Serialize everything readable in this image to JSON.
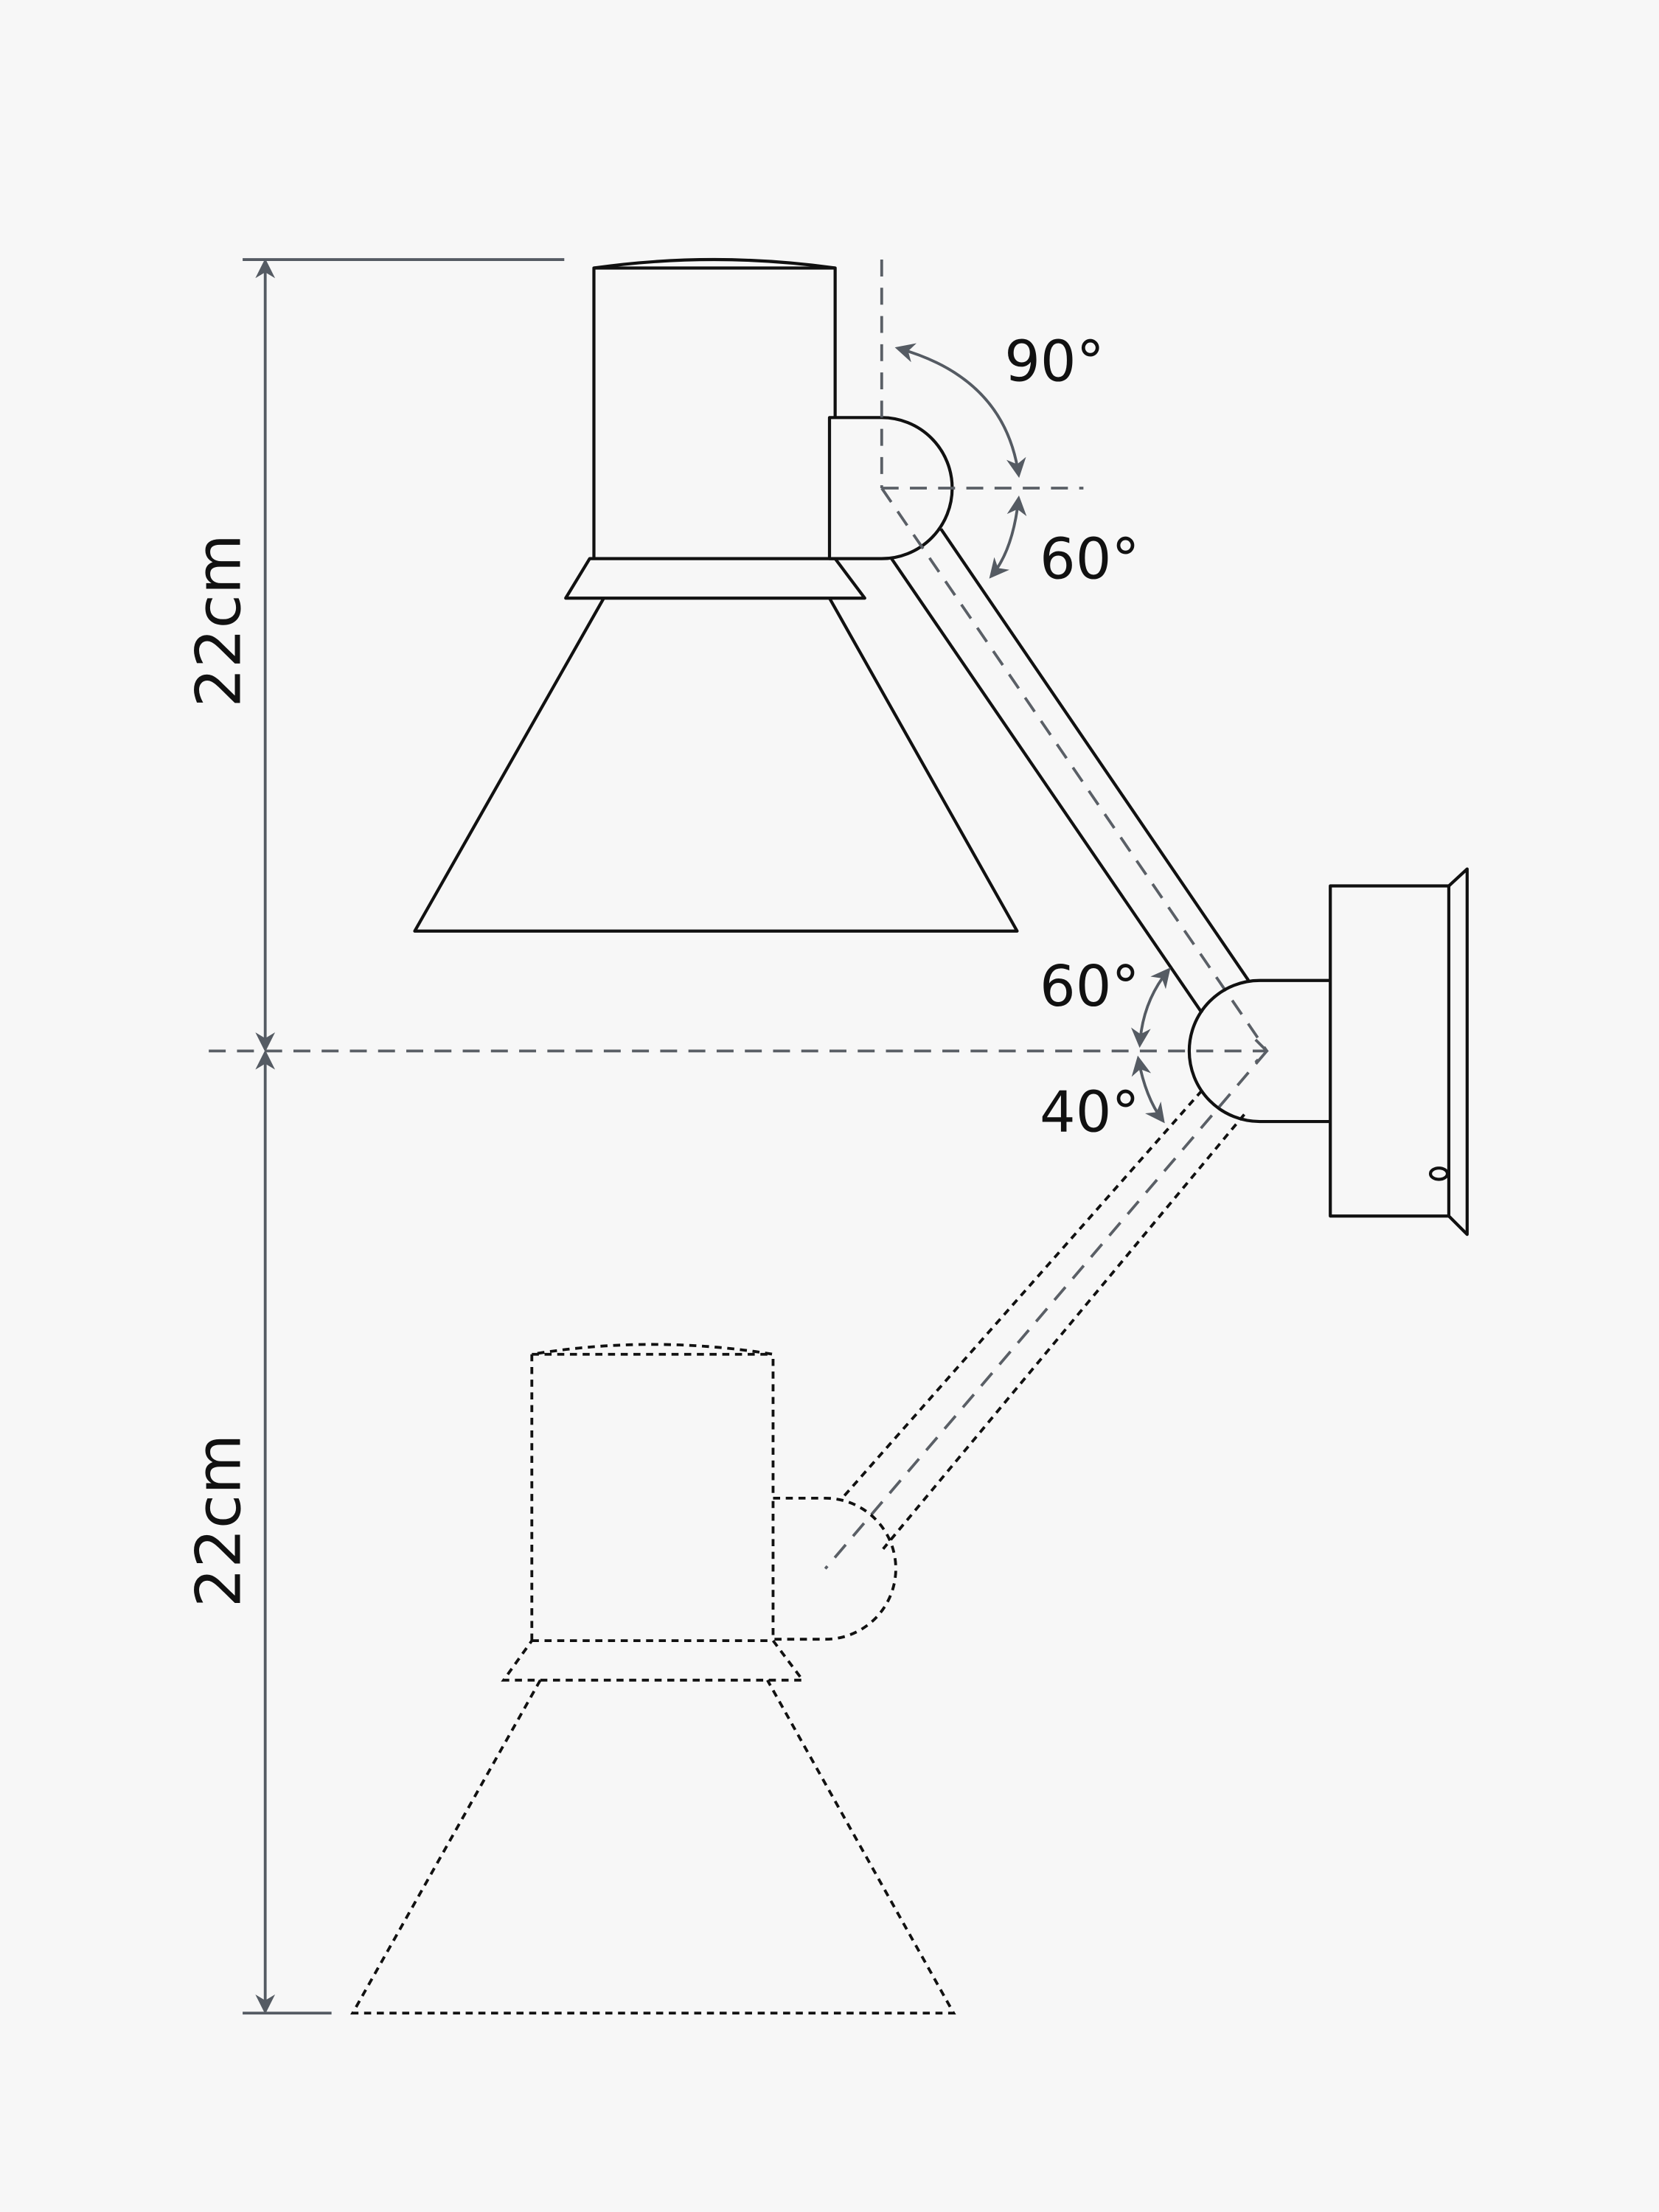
{
  "dimensions": {
    "upper_height": "22cm",
    "lower_height": "22cm"
  },
  "angles": {
    "head_up": "90°",
    "head_down": "60°",
    "arm_up": "60°",
    "arm_down": "40°"
  },
  "colors": {
    "background": "#f7f7f7",
    "line": "#111111",
    "annotation": "#555b63"
  }
}
